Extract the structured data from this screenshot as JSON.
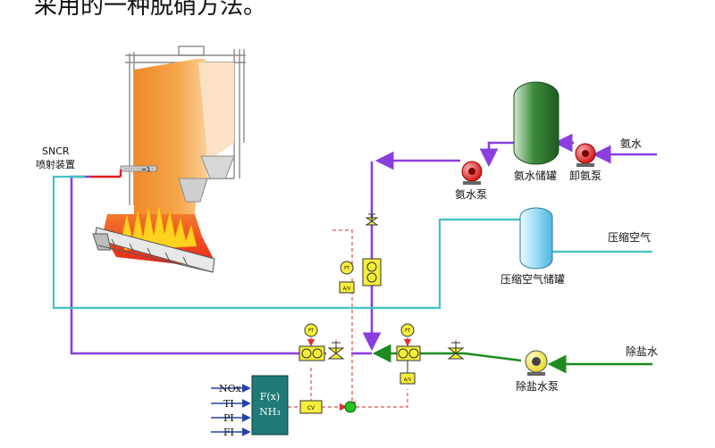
{
  "title": "采用的一种脱硝方法。",
  "labels": {
    "snc_device_line1": "SNCR",
    "snc_device_line2": "喷射装置",
    "ammonia_water": "氨水",
    "ammonia_tank": "氨水储罐",
    "unload_pump": "卸氨泵",
    "ammonia_pump": "氨水泵",
    "compressed_air": "压缩空气",
    "air_tank": "压缩空气储罐",
    "demin_water": "除盐水",
    "demin_pump": "除盐水泵",
    "burner_label": "≈1",
    "fx_line1": "F(x)",
    "fx_line2": "NH₃"
  },
  "inputs": [
    "NOx",
    "TI",
    "PI",
    "FI"
  ],
  "instrument_tags": {
    "ft": "FT",
    "valve": "A/V",
    "cv": "CV"
  },
  "colors": {
    "ammonia_line": "#8a3ee0",
    "air_line": "#3fc2c6",
    "water_line": "#1f8a1f",
    "signal_line": "#e05050",
    "feed_line": "#2244aa",
    "pump": "#e01a1a",
    "tank_ammonia": "#3b8a3b",
    "tank_air": "#6ec9ec",
    "instrument": "#f5ee3a",
    "controller": "#1f7a78"
  }
}
